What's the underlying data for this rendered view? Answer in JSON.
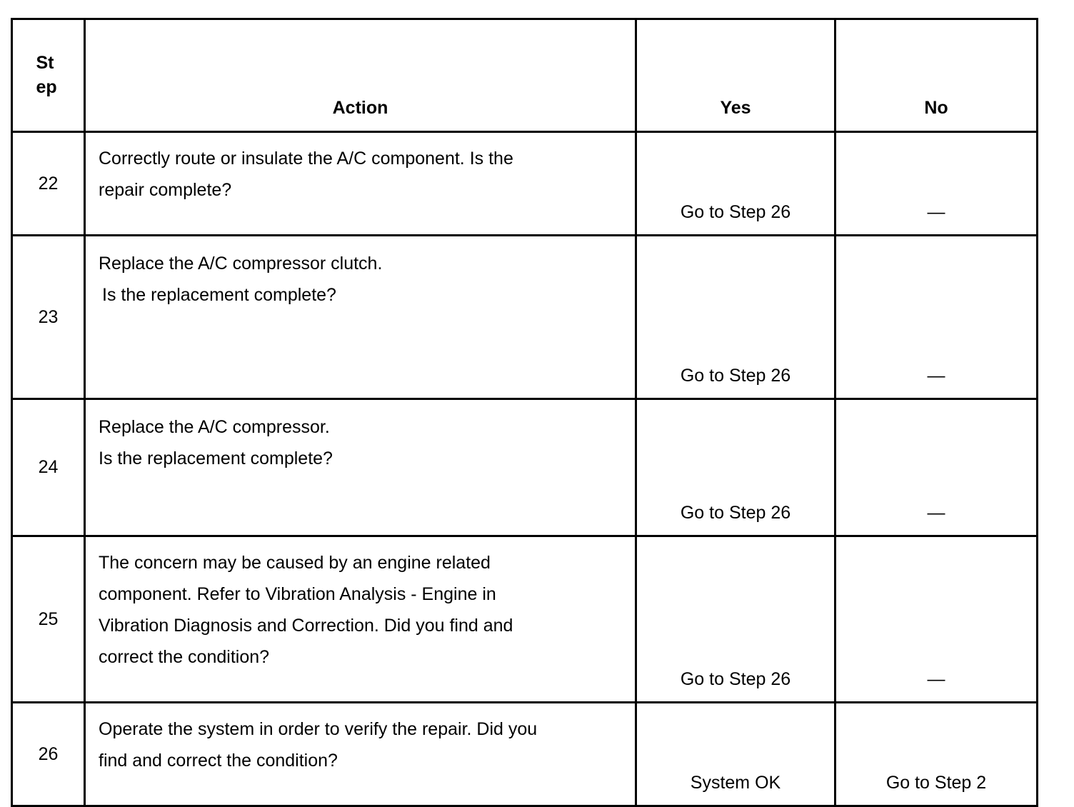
{
  "table": {
    "columns": [
      {
        "key": "step",
        "label": "Step",
        "label_wrapped": "Step"
      },
      {
        "key": "action",
        "label": "Action"
      },
      {
        "key": "yes",
        "label": "Yes"
      },
      {
        "key": "no",
        "label": "No"
      }
    ],
    "rows": [
      {
        "step": "22",
        "action_lines": [
          "Correctly route or insulate the A/C component. Is the",
          "repair complete?"
        ],
        "yes": "Go to Step 26",
        "no": "—"
      },
      {
        "step": "23",
        "action_lines": [
          "Replace the A/C compressor clutch.",
          "Is the replacement complete?"
        ],
        "yes": "Go to Step 26",
        "no": "—"
      },
      {
        "step": "24",
        "action_lines": [
          "Replace the A/C compressor.",
          "Is the replacement complete?"
        ],
        "yes": "Go to Step 26",
        "no": "—"
      },
      {
        "step": "25",
        "action_lines": [
          "The concern may be caused by an engine related",
          "component. Refer to Vibration Analysis - Engine in",
          "Vibration Diagnosis and Correction. Did you find and",
          "correct the condition?"
        ],
        "yes": "Go to Step 26",
        "no": "—"
      },
      {
        "step": "26",
        "action_lines": [
          "Operate the system in order to verify the repair. Did you",
          "find and correct the condition?"
        ],
        "yes": "System OK",
        "no": "Go to Step 2"
      }
    ]
  },
  "style": {
    "border_color": "#000000",
    "text_color": "#000000",
    "background": "#ffffff"
  }
}
